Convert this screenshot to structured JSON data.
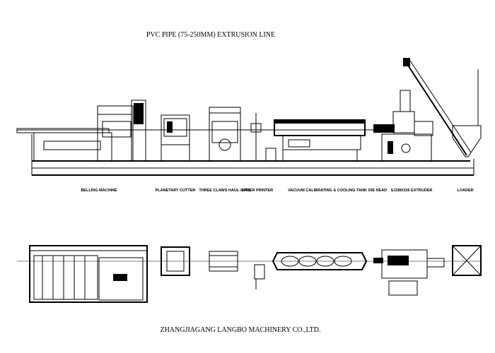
{
  "title": "PVC PIPE (75-250MM) EXTRUSION LINE",
  "footer": "ZHANGJIAGANG LANGBO MACHINERY CO.,LTD.",
  "machines": [
    {
      "label": "BELLING MACHINE"
    },
    {
      "label": "PLANETARY CUTTER"
    },
    {
      "label": "THREE CLAWS HAUL-OFFS"
    },
    {
      "label": "LASER PRINTER"
    },
    {
      "label": "VACUUM CALIBRATING & COOLING TANK"
    },
    {
      "label": "DIE HEAD"
    },
    {
      "label": "SJZ80/156 EXTRUDER"
    },
    {
      "label": "LOADER"
    }
  ]
}
